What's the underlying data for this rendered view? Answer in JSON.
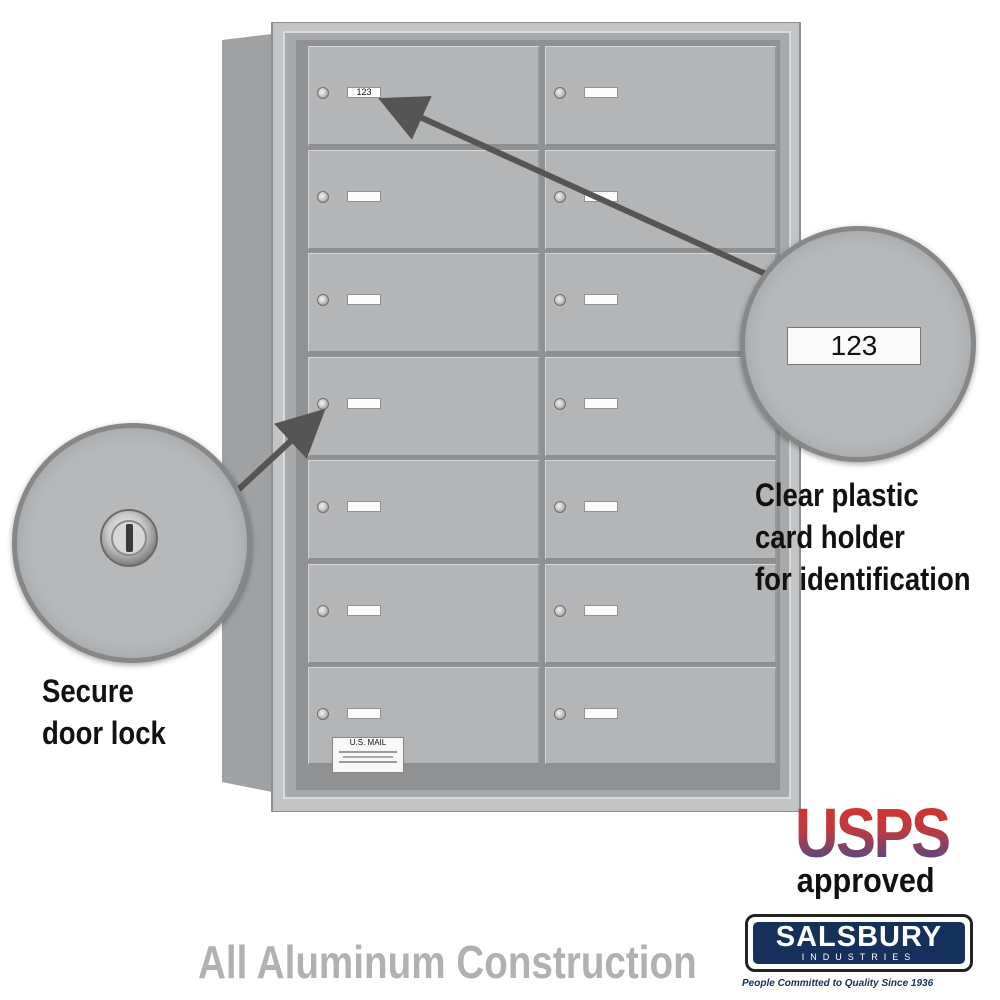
{
  "boxes": {
    "count": 14,
    "sample_card_number": "123"
  },
  "us_mail_plate": {
    "title": "U.S. MAIL"
  },
  "callouts": {
    "card_holder": {
      "number": "123",
      "caption_lines": [
        "Clear plastic",
        "card holder",
        "for identification"
      ]
    },
    "lock": {
      "caption_lines": [
        "Secure",
        "door lock"
      ]
    }
  },
  "footer": {
    "construction": "All Aluminum Construction"
  },
  "usps": {
    "letters": "USPS",
    "approved": "approved"
  },
  "salsbury": {
    "name": "SALSBURY",
    "sub": "INDUSTRIES",
    "tagline": "People Committed to Quality Since 1936"
  },
  "colors": {
    "aluminum": "#b3b5b7",
    "usps_red": "#d8332a",
    "usps_blue": "#2f4f9a",
    "salsbury_navy": "#15305b"
  },
  "icons": [
    "door-lock-icon",
    "card-holder-icon",
    "pointer-arrow-icon"
  ]
}
